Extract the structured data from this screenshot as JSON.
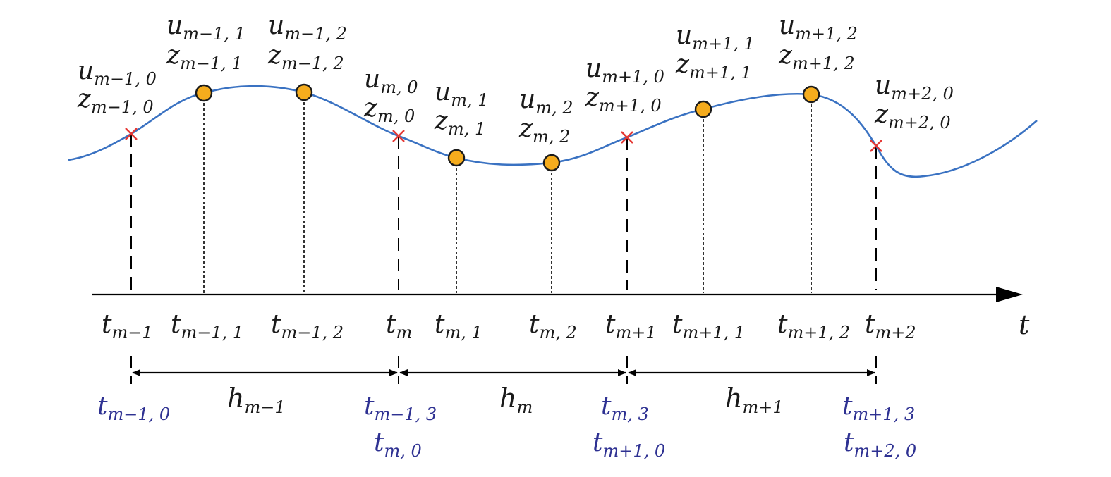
{
  "colors": {
    "curve": "#3a72c2",
    "node_cross": "#e53935",
    "collocation_fill": "#f5ac1d",
    "collocation_stroke": "#1a1a1a",
    "axis": "#000000",
    "blue_label": "#2e3192"
  },
  "axis": {
    "label": "t"
  },
  "node_points": [
    {
      "u": {
        "base": "u",
        "sub": "m−1, 0"
      },
      "z": {
        "base": "z",
        "sub": "m−1, 0"
      },
      "t": {
        "base": "t",
        "sub": "m−1"
      }
    },
    {
      "u": {
        "base": "u",
        "sub": "m, 0"
      },
      "z": {
        "base": "z",
        "sub": "m, 0"
      },
      "t": {
        "base": "t",
        "sub": "m"
      }
    },
    {
      "u": {
        "base": "u",
        "sub": "m+1, 0"
      },
      "z": {
        "base": "z",
        "sub": "m+1, 0"
      },
      "t": {
        "base": "t",
        "sub": "m+1"
      }
    },
    {
      "u": {
        "base": "u",
        "sub": "m+2, 0"
      },
      "z": {
        "base": "z",
        "sub": "m+2, 0"
      },
      "t": {
        "base": "t",
        "sub": "m+2"
      }
    }
  ],
  "collocation_points": [
    {
      "u": {
        "base": "u",
        "sub": "m−1, 1"
      },
      "z": {
        "base": "z",
        "sub": "m−1, 1"
      },
      "t": {
        "base": "t",
        "sub": "m−1, 1"
      }
    },
    {
      "u": {
        "base": "u",
        "sub": "m−1, 2"
      },
      "z": {
        "base": "z",
        "sub": "m−1, 2"
      },
      "t": {
        "base": "t",
        "sub": "m−1, 2"
      }
    },
    {
      "u": {
        "base": "u",
        "sub": "m, 1"
      },
      "z": {
        "base": "z",
        "sub": "m, 1"
      },
      "t": {
        "base": "t",
        "sub": "m, 1"
      }
    },
    {
      "u": {
        "base": "u",
        "sub": "m, 2"
      },
      "z": {
        "base": "z",
        "sub": "m, 2"
      },
      "t": {
        "base": "t",
        "sub": "m, 2"
      }
    },
    {
      "u": {
        "base": "u",
        "sub": "m+1, 1"
      },
      "z": {
        "base": "z",
        "sub": "m+1, 1"
      },
      "t": {
        "base": "t",
        "sub": "m+1, 1"
      }
    },
    {
      "u": {
        "base": "u",
        "sub": "m+1, 2"
      },
      "z": {
        "base": "z",
        "sub": "m+1, 2"
      },
      "t": {
        "base": "t",
        "sub": "m+1, 2"
      }
    }
  ],
  "intervals": [
    {
      "base": "h",
      "sub": "m−1"
    },
    {
      "base": "h",
      "sub": "m"
    },
    {
      "base": "h",
      "sub": "m+1"
    }
  ],
  "boundary_labels": [
    [
      {
        "base": "t",
        "sub": "m−1, 0"
      }
    ],
    [
      {
        "base": "t",
        "sub": "m−1, 3"
      },
      {
        "base": "t",
        "sub": "m, 0"
      }
    ],
    [
      {
        "base": "t",
        "sub": "m, 3"
      },
      {
        "base": "t",
        "sub": "m+1, 0"
      }
    ],
    [
      {
        "base": "t",
        "sub": "m+1, 3"
      },
      {
        "base": "t",
        "sub": "m+2, 0"
      }
    ]
  ]
}
